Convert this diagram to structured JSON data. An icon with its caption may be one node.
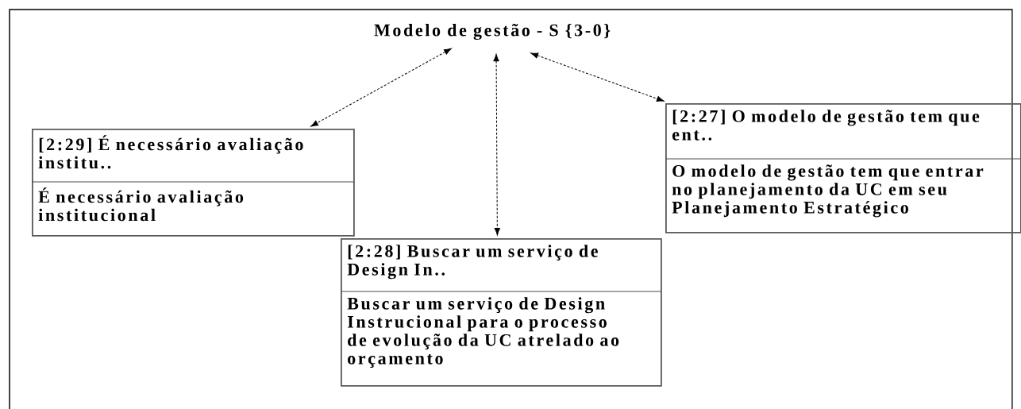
{
  "diagram": {
    "nodes": [
      {
        "text": [
          "Modelo de gestão - S {3-0}"
        ]
      },
      {
        "text": [
          "[2:29] É necessário avaliação institu..",
          "É necessário avaliação institucional"
        ]
      },
      {
        "text": [
          "[2:27] O modelo de gestão tem que ent..",
          "O modelo de gestão tem que entrar no planejamento da UC em seu Planejamento Estratégico"
        ]
      },
      {
        "text": [
          "[2:28] Buscar um serviço de Design In..",
          "Buscar um serviço de Design Instrucional para o processo de evolução da UC atrelado ao orçamento"
        ]
      }
    ],
    "edges": [
      {
        "from": 0,
        "to": 1,
        "arrow": "both",
        "style": "dashed"
      },
      {
        "from": 0,
        "to": 3,
        "arrow": "both",
        "style": "dashed"
      },
      {
        "from": 0,
        "to": 2,
        "arrow": "both",
        "style": "dashed"
      }
    ]
  }
}
